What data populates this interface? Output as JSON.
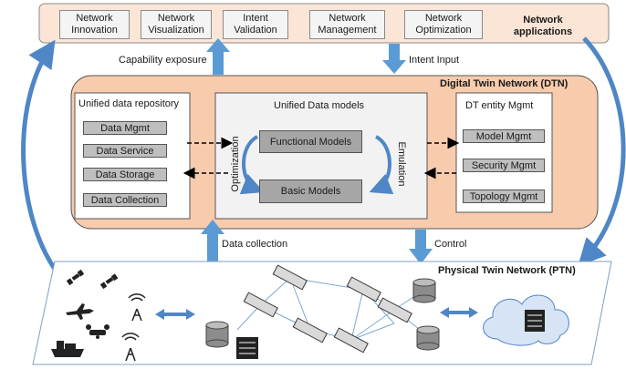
{
  "network_applications": {
    "title": "Network applications",
    "boxes": [
      {
        "line1": "Network",
        "line2": "Innovation"
      },
      {
        "line1": "Network",
        "line2": "Visualization"
      },
      {
        "line1": "Intent",
        "line2": "Validation"
      },
      {
        "line1": "Network",
        "line2": "Management"
      },
      {
        "line1": "Network",
        "line2": "Optimization"
      }
    ]
  },
  "arrows": {
    "capability_exposure": "Capability exposure",
    "intent_input": "Intent Input",
    "data_collection": "Data collection",
    "control": "Control"
  },
  "dtn": {
    "title": "Digital Twin Network (DTN)",
    "repository": {
      "title": "Unified data repository",
      "items": [
        "Data Mgmt",
        "Data Service",
        "Data Storage",
        "Data Collection"
      ]
    },
    "models": {
      "title": "Unified Data models",
      "functional": "Functional Models",
      "basic": "Basic Models",
      "optimization": "Optimization",
      "emulation": "Emulation"
    },
    "entity": {
      "title": "DT entity Mgmt",
      "items": [
        "Model Mgmt",
        "Security Mgmt",
        "Topology Mgmt"
      ]
    }
  },
  "ptn": {
    "title": "Physical Twin Network (PTN)"
  },
  "colors": {
    "dtn_fill": "#f8cbad",
    "apps_fill": "#fbe5d6",
    "arrow_blue": "#5b9bd5",
    "box_gray": "#bfbfbf"
  }
}
